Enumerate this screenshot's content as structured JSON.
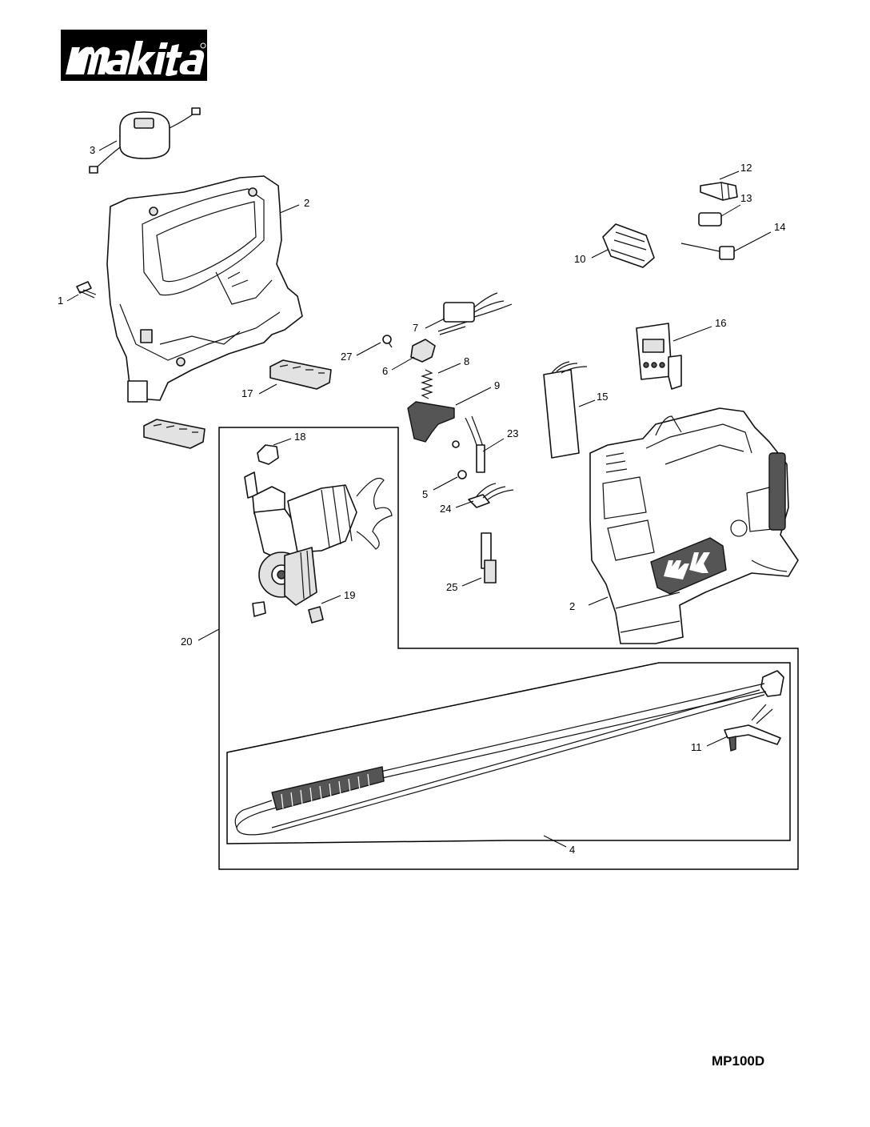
{
  "brand": "makita",
  "model": "MP100D",
  "labels": {
    "p1": "1",
    "p2a": "2",
    "p2b": "2",
    "p3": "3",
    "p4": "4",
    "p5": "5",
    "p6": "6",
    "p7": "7",
    "p8": "8",
    "p9": "9",
    "p10": "10",
    "p11": "11",
    "p12": "12",
    "p13": "13",
    "p14": "14",
    "p15": "15",
    "p16": "16",
    "p17": "17",
    "p18": "18",
    "p19": "19",
    "p20": "20",
    "p23": "23",
    "p24": "24",
    "p25": "25",
    "p27": "27"
  }
}
